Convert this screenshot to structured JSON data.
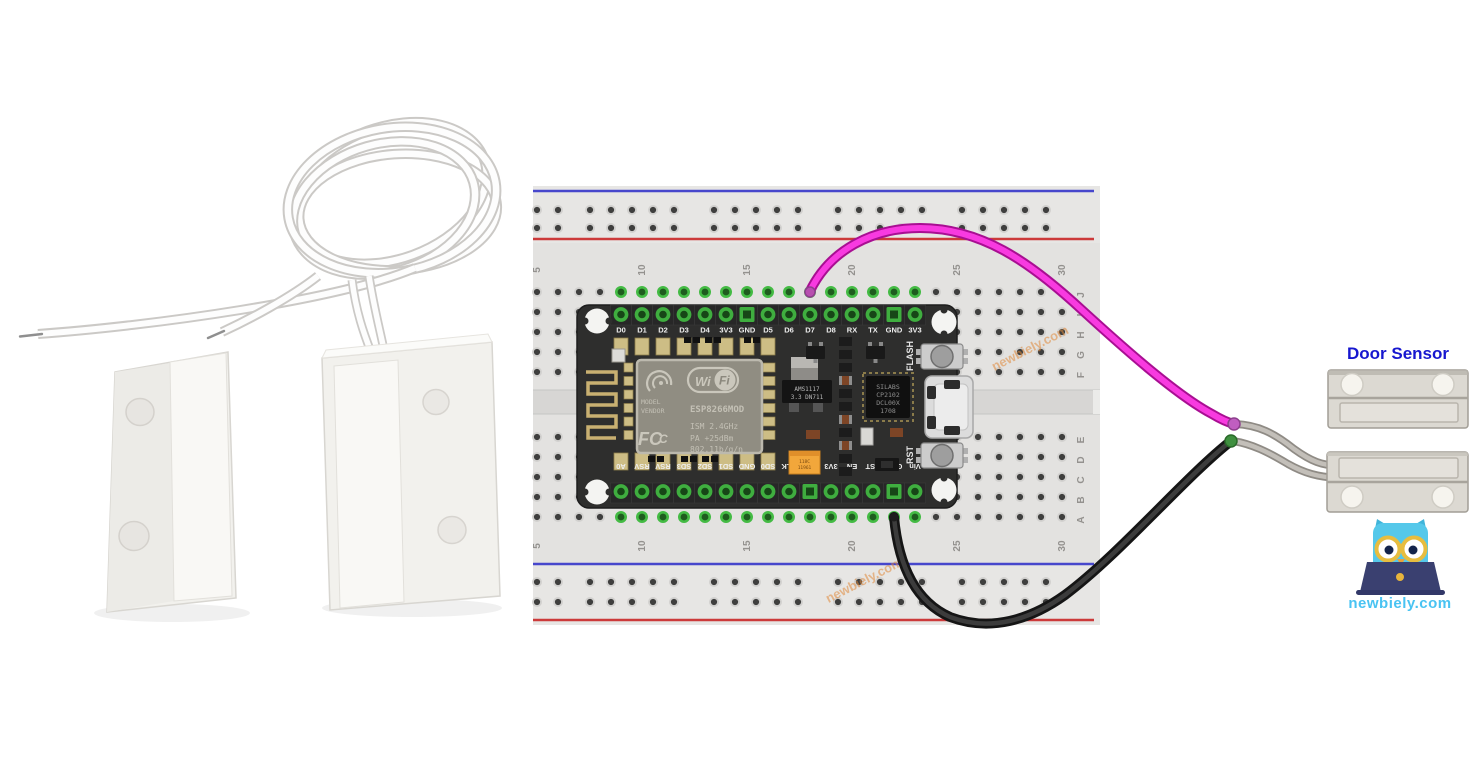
{
  "watermark": {
    "text": "newbiely.com"
  },
  "breadboard": {
    "column_numbers": [
      "5",
      "10",
      "15",
      "20",
      "25",
      "30"
    ],
    "row_letters_top": [
      "J",
      "I",
      "H",
      "G",
      "F"
    ],
    "row_letters_bottom": [
      "E",
      "D",
      "C",
      "B",
      "A"
    ]
  },
  "nodemcu": {
    "top_pins": [
      "D0",
      "D1",
      "D2",
      "D3",
      "D4",
      "3V3",
      "GND",
      "D5",
      "D6",
      "D7",
      "D8",
      "RX",
      "TX",
      "GND",
      "3V3"
    ],
    "bottom_pins": [
      "A0",
      "RSV",
      "RSV",
      "SD3",
      "SD2",
      "SD1",
      "GND",
      "SD0",
      "CLK",
      "GND",
      "3V3",
      "EN",
      "RST",
      "GND",
      "Vin"
    ],
    "shield": {
      "wifi_wi": "Wi",
      "wifi_fi": "Fi",
      "model": "MODEL",
      "vendor": "VENDOR",
      "module_name": "ESP8266MOD",
      "fcc_main": "FC",
      "fcc_sub": "C",
      "ism": "ISM 2.4GHz",
      "pa": "PA  +25dBm",
      "protocol": "802.11b/g/n"
    },
    "regulator": {
      "line1": "AMS1117",
      "line2": "3.3  DN711"
    },
    "usb_chip_lines": [
      "SILABS",
      "CP2102",
      "DCL00X",
      "1708"
    ],
    "flash_button_label": "FLASH",
    "reset_button_label": "RST",
    "capacitor_lines": [
      "118C",
      "11961"
    ]
  },
  "right_panel": {
    "title": "Door Sensor",
    "brand": "newbiely.com"
  },
  "connections": {
    "signal_pin": "D7",
    "ground_pin": "GND"
  },
  "colors": {
    "wire_signal": "#f23ae0",
    "wire_ground": "#1c1c1c",
    "wire_sensor_lead": "#c3bfb9",
    "hole_green": "#44bb44",
    "rail_negative": "#4747cc",
    "rail_positive": "#cc3a3a",
    "title_blue": "#1717cf",
    "brand_blue": "#49c3f2",
    "watermark_orange": "#e08a3c"
  }
}
